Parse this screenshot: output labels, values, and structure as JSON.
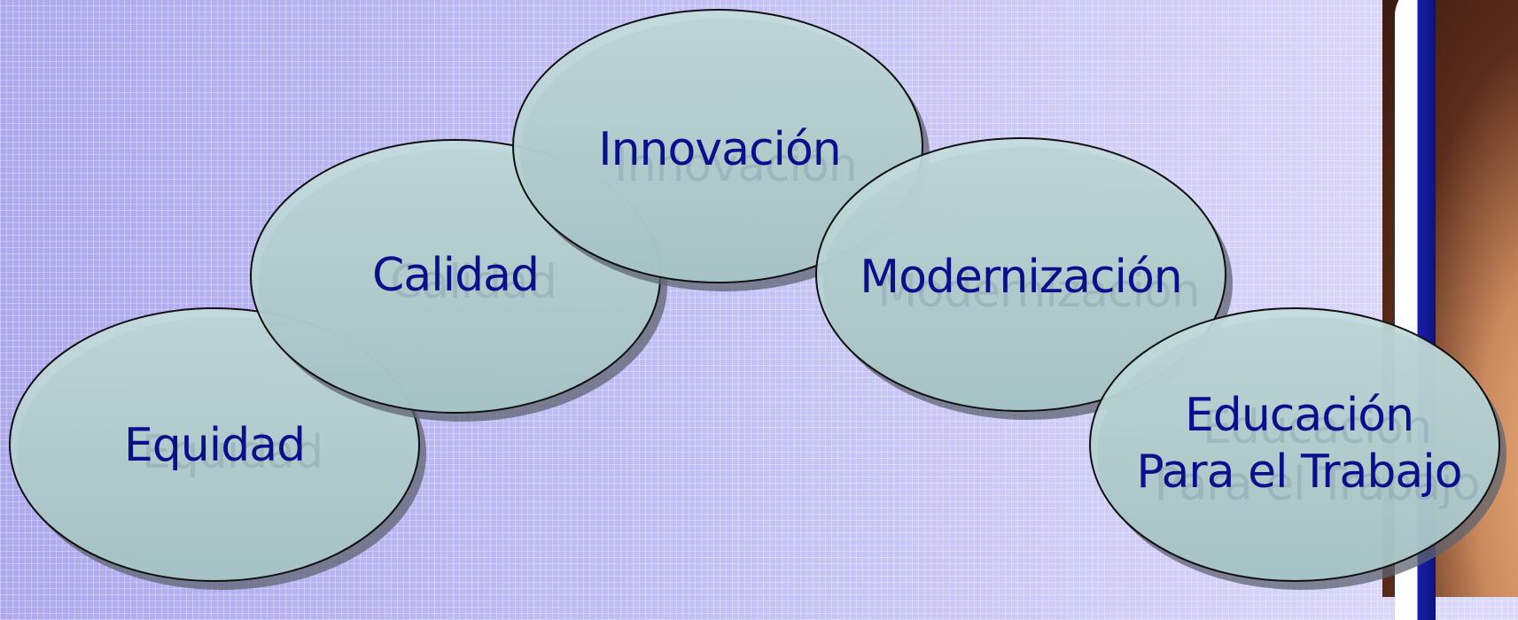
{
  "diagram": {
    "nodes": [
      {
        "id": "equidad",
        "lines": [
          "Equidad"
        ]
      },
      {
        "id": "calidad",
        "lines": [
          "Calidad"
        ]
      },
      {
        "id": "innovacion",
        "lines": [
          "Innovación"
        ]
      },
      {
        "id": "modernizacion",
        "lines": [
          "Modernización"
        ]
      },
      {
        "id": "educacion",
        "lines": [
          "Educación",
          "Para el Trabajo"
        ]
      }
    ]
  },
  "colors": {
    "ellipse_fill": "#b2cfd0",
    "label_text": "#0c0f8c",
    "background": "#b6b2f2"
  }
}
